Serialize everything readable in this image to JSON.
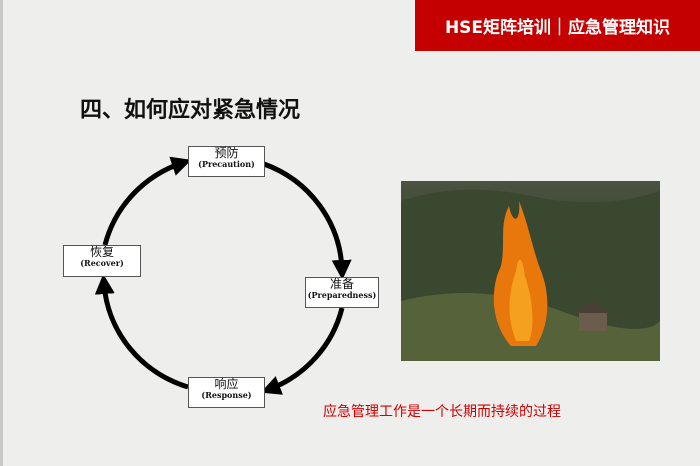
{
  "header": {
    "banner": "HSE矩阵培训｜应急管理知识"
  },
  "slide": {
    "title": "四、如何应对紧急情况",
    "caption": "应急管理工作是一个长期而持续的过程"
  },
  "cycle": [
    {
      "cn": "预防",
      "en": "(Precaution)"
    },
    {
      "cn": "准备",
      "en": "(Preparedness)"
    },
    {
      "cn": "响应",
      "en": "(Response)"
    },
    {
      "cn": "恢复",
      "en": "(Recover)"
    }
  ],
  "colors": {
    "accent": "#c40000",
    "caption": "#d00000"
  }
}
